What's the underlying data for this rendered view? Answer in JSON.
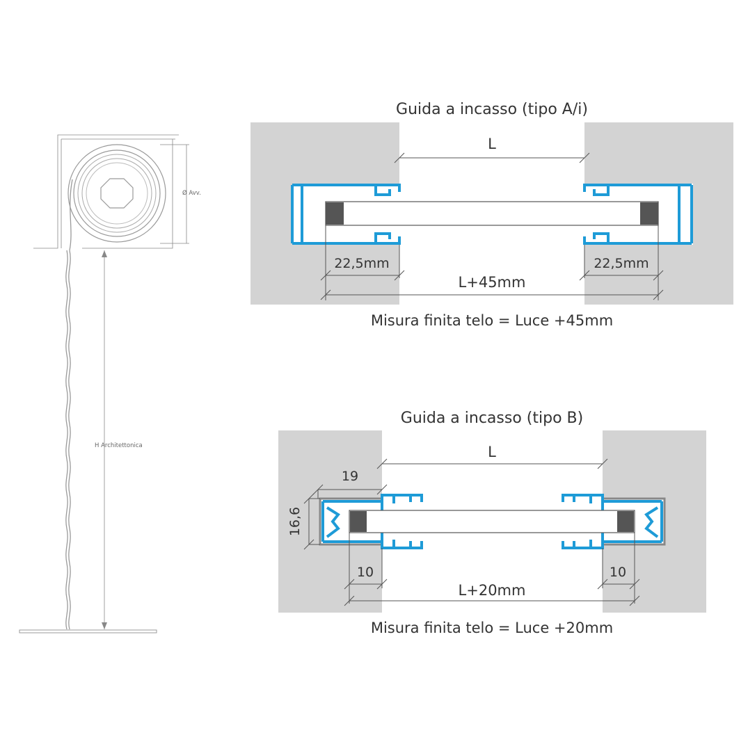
{
  "colors": {
    "wall": "#d3d3d3",
    "profile": "#1e9bd7",
    "block": "#555555",
    "line": "#555555",
    "text": "#333333"
  },
  "side_view": {
    "diameter_label": "Ø Avv.",
    "height_label": "H Architettonica"
  },
  "diagram_a": {
    "title": "Guida a incasso (tipo A/i)",
    "span_label": "L",
    "left_offset": "22,5mm",
    "right_offset": "22,5mm",
    "total_label": "L+45mm",
    "caption": "Misura finita telo = Luce +45mm"
  },
  "diagram_b": {
    "title": "Guida a incasso (tipo B)",
    "span_label": "L",
    "width_label": "19",
    "height_label": "16,6",
    "left_offset": "10",
    "right_offset": "10",
    "total_label": "L+20mm",
    "caption": "Misura finita telo = Luce +20mm"
  }
}
